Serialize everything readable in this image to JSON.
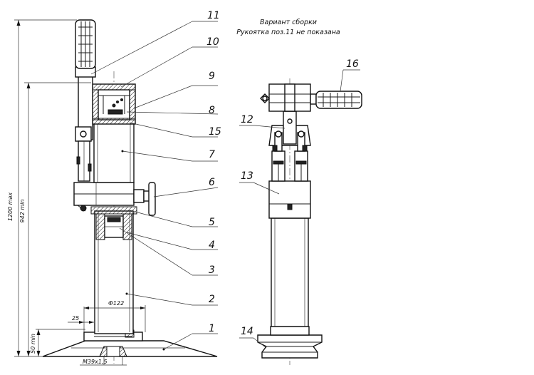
{
  "note": {
    "line1": "Вариант сборки",
    "line2": "Рукоятка поз.11 не показана"
  },
  "callouts": {
    "c1": "1",
    "c2": "2",
    "c3": "3",
    "c4": "4",
    "c5": "5",
    "c6": "6",
    "c7": "7",
    "c8": "8",
    "c9": "9",
    "c10": "10",
    "c11": "11",
    "c12": "12",
    "c13": "13",
    "c14": "14",
    "c15": "15",
    "c16": "16"
  },
  "dimensions": {
    "overall_height": "1200 max",
    "stroke_height": "942 min",
    "base_height": "50 min",
    "offset_width": "25",
    "rod_diameter": "Ф122",
    "thread": "М39х1,5"
  }
}
